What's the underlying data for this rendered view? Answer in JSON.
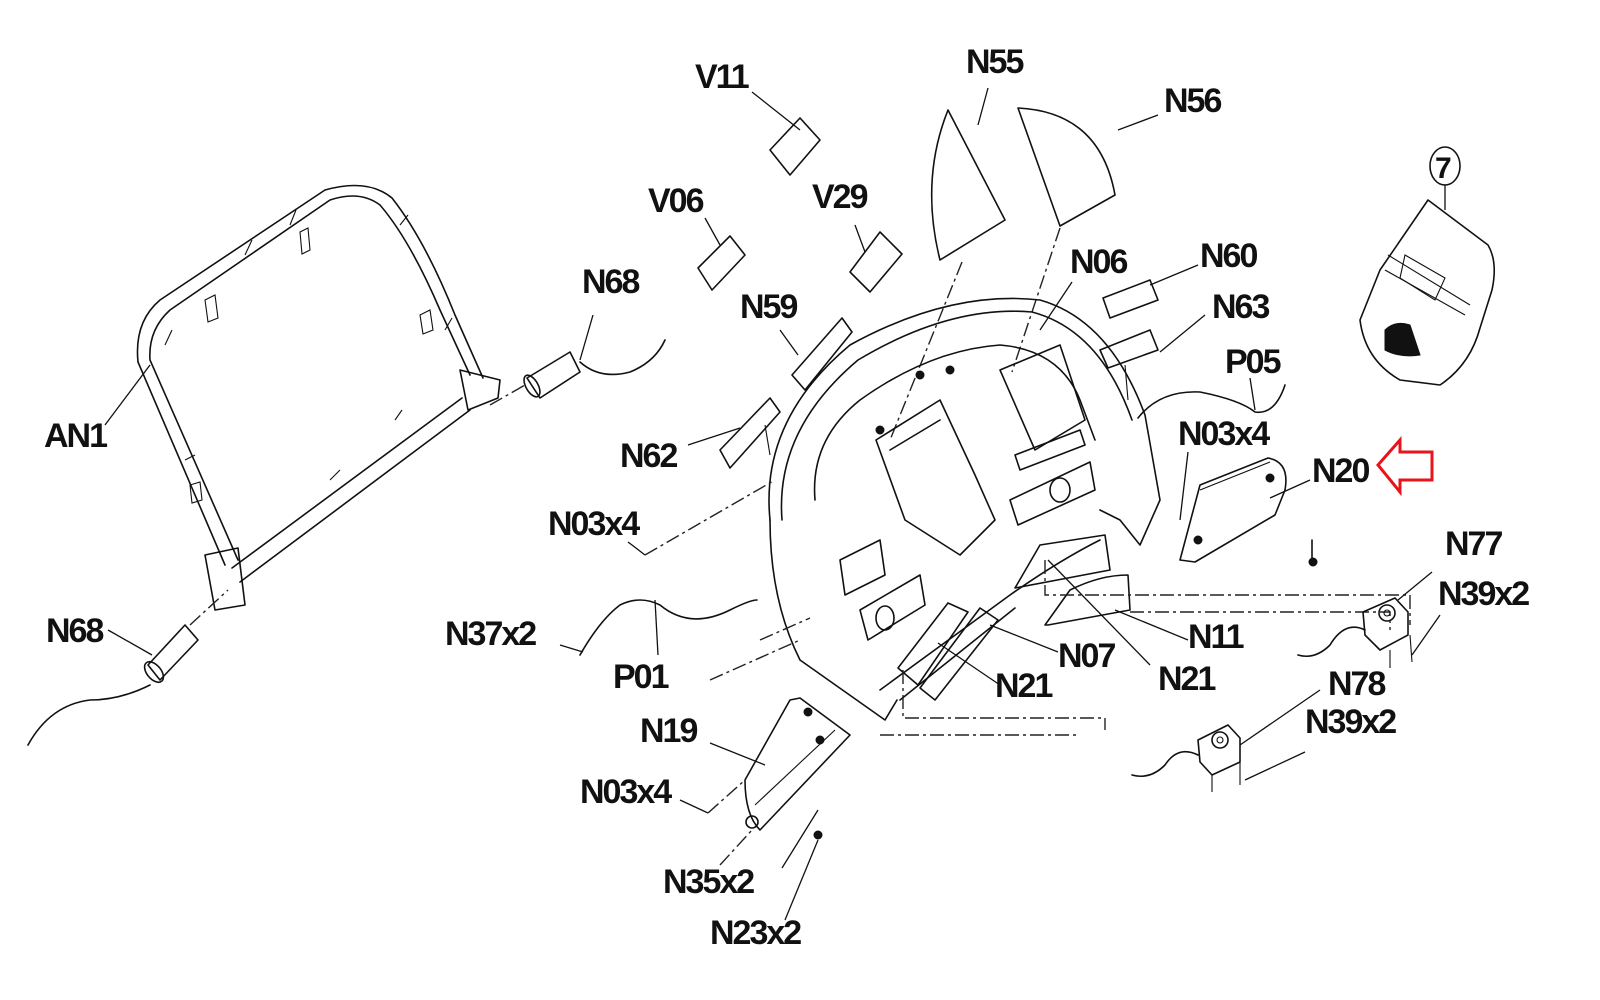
{
  "diagram": {
    "type": "exploded-parts-view",
    "assembly_callout": "7",
    "highlight": {
      "label": "N20",
      "indicator": "left-arrow",
      "color": "#e8141b"
    },
    "labels": [
      {
        "id": "an1",
        "text": "AN1"
      },
      {
        "id": "n68-top",
        "text": "N68"
      },
      {
        "id": "n68-bottom",
        "text": "N68"
      },
      {
        "id": "v11",
        "text": "V11"
      },
      {
        "id": "v06",
        "text": "V06"
      },
      {
        "id": "v29",
        "text": "V29"
      },
      {
        "id": "n59",
        "text": "N59"
      },
      {
        "id": "n62",
        "text": "N62"
      },
      {
        "id": "n55",
        "text": "N55"
      },
      {
        "id": "n56",
        "text": "N56"
      },
      {
        "id": "n06",
        "text": "N06"
      },
      {
        "id": "n60",
        "text": "N60"
      },
      {
        "id": "n63",
        "text": "N63"
      },
      {
        "id": "p05",
        "text": "P05"
      },
      {
        "id": "n03x4-right",
        "text": "N03x4"
      },
      {
        "id": "n20",
        "text": "N20"
      },
      {
        "id": "n03x4-left",
        "text": "N03x4"
      },
      {
        "id": "n37x2",
        "text": "N37x2"
      },
      {
        "id": "p01",
        "text": "P01"
      },
      {
        "id": "n19",
        "text": "N19"
      },
      {
        "id": "n03x4-bottom",
        "text": "N03x4"
      },
      {
        "id": "n35x2",
        "text": "N35x2"
      },
      {
        "id": "n23x2",
        "text": "N23x2"
      },
      {
        "id": "n07",
        "text": "N07"
      },
      {
        "id": "n21-left",
        "text": "N21"
      },
      {
        "id": "n11",
        "text": "N11"
      },
      {
        "id": "n21-right",
        "text": "N21"
      },
      {
        "id": "n77",
        "text": "N77"
      },
      {
        "id": "n39x2-top",
        "text": "N39x2"
      },
      {
        "id": "n78",
        "text": "N78"
      },
      {
        "id": "n39x2-bottom",
        "text": "N39x2"
      }
    ]
  }
}
